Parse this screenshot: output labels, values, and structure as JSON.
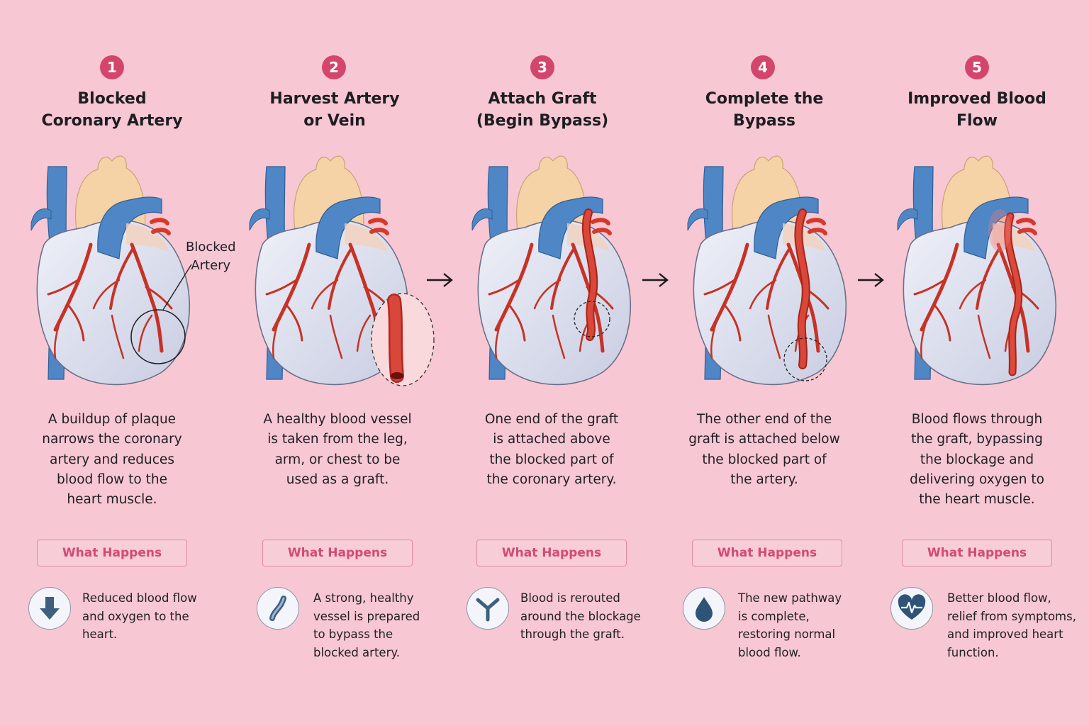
{
  "steps": [
    {
      "number": "1",
      "title": "Blocked\nCoronary Artery",
      "description": "A buildup of plaque\nnarrows the coronary\nartery and reduces\nblood flow to the\nheart muscle.",
      "what_label": "What Happens",
      "icon": "arrow-down-icon",
      "result": "Reduced blood flow\nand oxygen to the\nheart."
    },
    {
      "number": "2",
      "title": "Harvest Artery\nor Vein",
      "description": "A healthy blood vessel\nis taken from the leg,\narm, or chest to be\nused as a graft.",
      "what_label": "What Happens",
      "icon": "vessel-icon",
      "result": "A strong, healthy\nvessel is prepared\nto bypass the\nblocked artery."
    },
    {
      "number": "3",
      "title": "Attach Graft\n(Begin Bypass)",
      "description": "One end of the graft\nis attached above\nthe blocked part of\nthe coronary artery.",
      "what_label": "What Happens",
      "icon": "reroute-icon",
      "result": "Blood is rerouted\naround the blockage\nthrough the graft."
    },
    {
      "number": "4",
      "title": "Complete the\nBypass",
      "description": "The other end of the\ngraft is attached below\nthe blocked part of\nthe artery.",
      "what_label": "What Happens",
      "icon": "blood-drop-icon",
      "result": "The new pathway\nis complete,\nrestoring normal\nblood flow."
    },
    {
      "number": "5",
      "title": "Improved Blood\nFlow",
      "description": "Blood flows through\nthe graft, bypassing\nthe blockage and\ndelivering oxygen to\nthe heart muscle.",
      "what_label": "What Happens",
      "icon": "heart-pulse-icon",
      "result": "Better blood flow,\nrelief from symptoms,\nand improved heart\nfunction."
    }
  ],
  "callout": "Blocked\nArtery",
  "colors": {
    "background": "#f7c7d3",
    "accent": "#d4456c",
    "artery": "#d33a2c",
    "vein": "#4f86c6",
    "aorta": "#f6d3a6",
    "icon": "#3d5f80"
  }
}
